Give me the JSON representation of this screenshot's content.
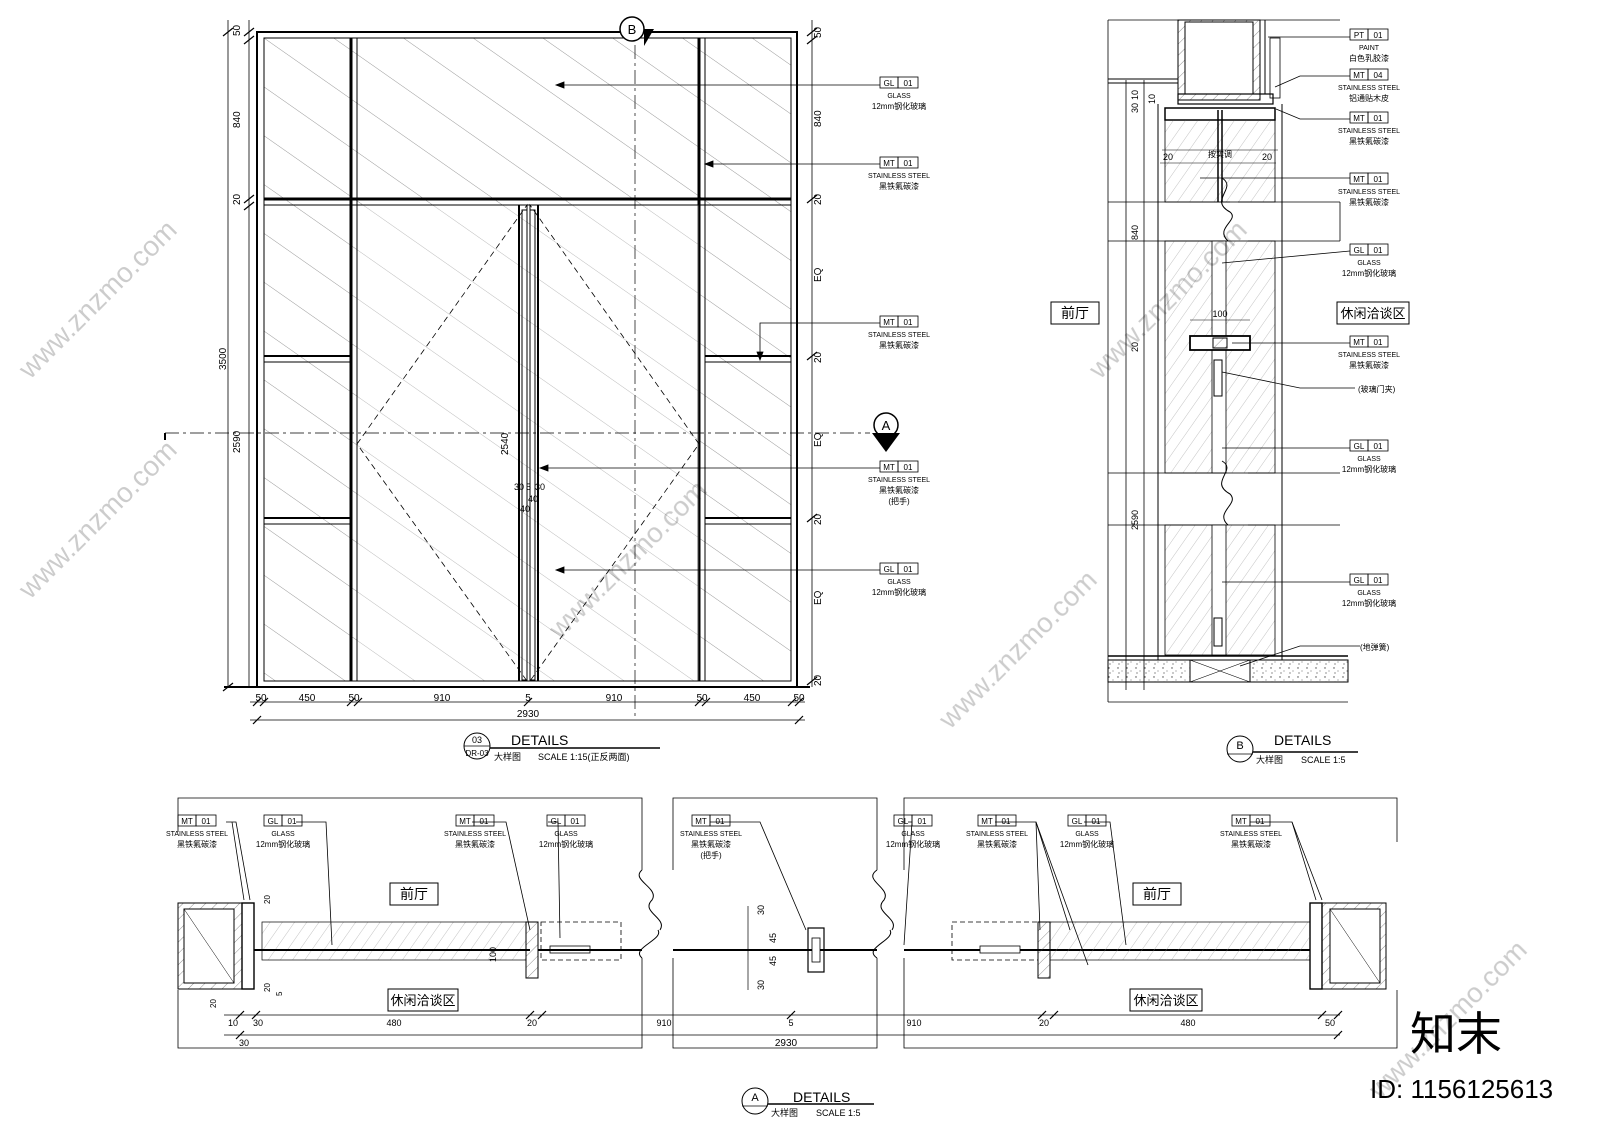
{
  "elevation": {
    "section_mark_top": "B",
    "section_mark_right": "A",
    "left_dims": [
      "50",
      "840",
      "20",
      "3500",
      "2590"
    ],
    "right_dims": [
      "50",
      "840",
      "20",
      "EQ",
      "20",
      "EQ",
      "20",
      "EQ",
      "20"
    ],
    "bottom_dims": [
      "50",
      "450",
      "50",
      "910",
      "5",
      "910",
      "50",
      "450",
      "50"
    ],
    "total_width": "2930",
    "door_height": "2540",
    "handle_dims": [
      "30",
      "5",
      "30",
      "40",
      "40"
    ],
    "callouts": [
      {
        "code": "GL",
        "num": "01",
        "en": "GLASS",
        "cn": "12mm钢化玻璃"
      },
      {
        "code": "MT",
        "num": "01",
        "en": "STAINLESS STEEL",
        "cn": "黑铁氟碳漆"
      },
      {
        "code": "MT",
        "num": "01",
        "en": "STAINLESS STEEL",
        "cn": "黑铁氟碳漆"
      },
      {
        "code": "MT",
        "num": "01",
        "en": "STAINLESS STEEL",
        "cn": "黑铁氟碳漆",
        "note": "(把手)"
      },
      {
        "code": "GL",
        "num": "01",
        "en": "GLASS",
        "cn": "12mm钢化玻璃"
      }
    ],
    "title": {
      "num": "03",
      "ref": "DR-03",
      "label": "DETAILS",
      "cn": "大样图",
      "scale": "SCALE  1:15(正反两面)"
    }
  },
  "section_b": {
    "left_room": "前厅",
    "right_room": "休闲洽谈区",
    "dims": [
      "10",
      "30",
      "10",
      "840",
      "20",
      "2590",
      "20",
      "20",
      "100"
    ],
    "door_leaf_text": "按实调",
    "callouts": [
      {
        "code": "PT",
        "num": "01",
        "en": "PAINT",
        "cn": "白色乳胶漆"
      },
      {
        "code": "MT",
        "num": "04",
        "en": "STAINLESS STEEL",
        "cn": "铝通贴木皮"
      },
      {
        "code": "MT",
        "num": "01",
        "en": "STAINLESS STEEL",
        "cn": "黑铁氟碳漆"
      },
      {
        "code": "MT",
        "num": "01",
        "en": "STAINLESS STEEL",
        "cn": "黑铁氟碳漆"
      },
      {
        "code": "GL",
        "num": "01",
        "en": "GLASS",
        "cn": "12mm钢化玻璃"
      },
      {
        "code": "MT",
        "num": "01",
        "en": "STAINLESS STEEL",
        "cn": "黑铁氟碳漆"
      },
      {
        "code": "GL",
        "num": "01",
        "en": "GLASS",
        "cn": "12mm钢化玻璃"
      },
      {
        "code": "GL",
        "num": "01",
        "en": "GLASS",
        "cn": "12mm钢化玻璃"
      }
    ],
    "notes": [
      "(玻璃门夹)",
      "(地弹簧)"
    ],
    "title": {
      "mark": "B",
      "label": "DETAILS",
      "cn": "大样图",
      "scale": "SCALE  1:5"
    }
  },
  "section_a": {
    "room_front": "前厅",
    "room_lounge": "休闲洽谈区",
    "callouts": [
      {
        "code": "MT",
        "num": "01",
        "en": "STAINLESS STEEL",
        "cn": "黑铁氟碳漆"
      },
      {
        "code": "GL",
        "num": "01",
        "en": "GLASS",
        "cn": "12mm钢化玻璃"
      },
      {
        "code": "MT",
        "num": "01",
        "en": "STAINLESS STEEL",
        "cn": "黑铁氟碳漆"
      },
      {
        "code": "GL",
        "num": "01",
        "en": "GLASS",
        "cn": "12mm钢化玻璃"
      },
      {
        "code": "MT",
        "num": "01",
        "en": "STAINLESS STEEL",
        "cn": "黑铁氟碳漆",
        "note": "(把手)"
      },
      {
        "code": "GL",
        "num": "01",
        "en": "GLASS",
        "cn": "12mm钢化玻璃"
      },
      {
        "code": "MT",
        "num": "01",
        "en": "STAINLESS STEEL",
        "cn": "黑铁氟碳漆"
      },
      {
        "code": "GL",
        "num": "01",
        "en": "GLASS",
        "cn": "12mm钢化玻璃"
      },
      {
        "code": "MT",
        "num": "01",
        "en": "STAINLESS STEEL",
        "cn": "黑铁氟碳漆"
      }
    ],
    "dims": [
      "10",
      "30",
      "480",
      "20",
      "910",
      "5",
      "910",
      "20",
      "480",
      "50",
      "2930",
      "30",
      "45",
      "45",
      "30",
      "100",
      "20",
      "20",
      "20",
      "5"
    ],
    "title": {
      "mark": "A",
      "label": "DETAILS",
      "cn": "大样图",
      "scale": "SCALE  1:5"
    }
  },
  "watermark": {
    "logo": "知末",
    "id": "ID: 1156125613",
    "site": "www.znzmo.com"
  }
}
